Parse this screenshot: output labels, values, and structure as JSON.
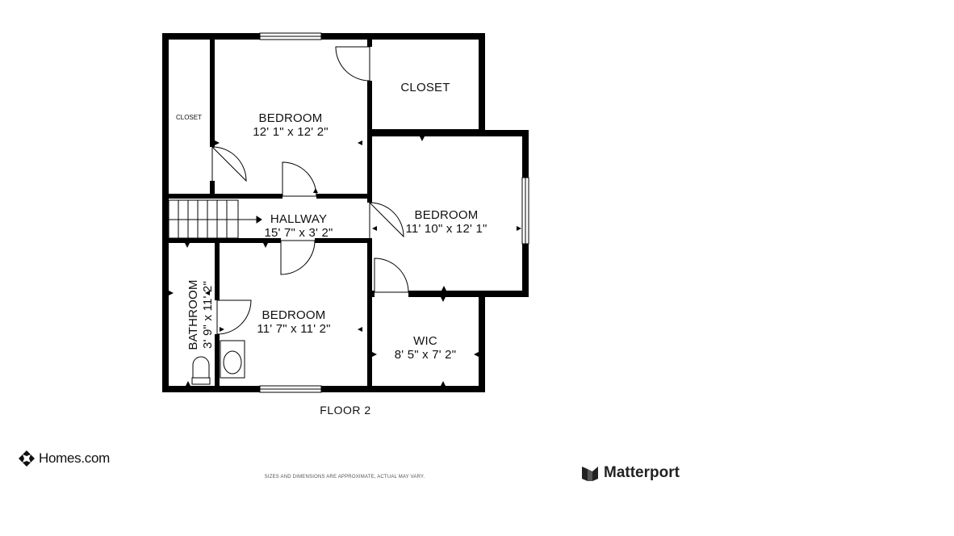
{
  "rooms": {
    "closet_small": {
      "name": "CLOSET"
    },
    "bedroom_top": {
      "name": "BEDROOM",
      "dims": "12' 1\" x 12' 2\""
    },
    "closet_top_right": {
      "name": "CLOSET"
    },
    "hallway": {
      "name": "HALLWAY",
      "dims": "15' 7\" x 3' 2\""
    },
    "bedroom_right": {
      "name": "BEDROOM",
      "dims": "11' 10\" x 12' 1\""
    },
    "bathroom": {
      "name": "BATHROOM",
      "dims": "3' 9\" x 11' 2\""
    },
    "bedroom_bottom": {
      "name": "BEDROOM",
      "dims": "11' 7\" x 11' 2\""
    },
    "wic": {
      "name": "WIC",
      "dims": "8' 5\" x 7' 2\""
    }
  },
  "floor_label": "FLOOR 2",
  "disclaimer": "SIZES AND DIMENSIONS ARE APPROXIMATE, ACTUAL MAY VARY.",
  "brands": {
    "left": {
      "name": "Homes.com",
      "icon": "homes-logo-icon"
    },
    "right": {
      "name": "Matterport",
      "icon": "matterport-logo-icon"
    }
  },
  "colors": {
    "wall": "#000000",
    "background": "#ffffff"
  }
}
